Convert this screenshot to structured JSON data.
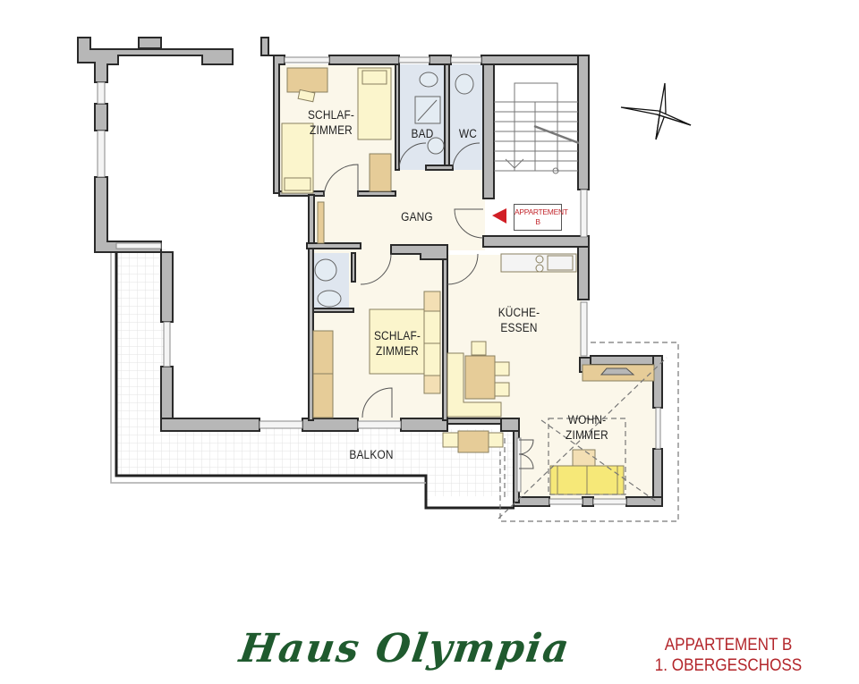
{
  "title": {
    "brand": "Haus Olympia",
    "apartment": "APPARTEMENT B",
    "floor": "1. OBERGESCHOSS"
  },
  "entrance_sign": {
    "line1": "APPARTEMENT",
    "line2": "B"
  },
  "rooms": [
    {
      "id": "schlafzimmer-1",
      "label": "SCHLAF-\nZIMMER"
    },
    {
      "id": "bad",
      "label": "BAD"
    },
    {
      "id": "wc",
      "label": "WC"
    },
    {
      "id": "gang",
      "label": "GANG"
    },
    {
      "id": "schlafzimmer-2",
      "label": "SCHLAF-\nZIMMER"
    },
    {
      "id": "kueche-essen",
      "label": "KÜCHE-\nESSEN"
    },
    {
      "id": "wohnzimmer",
      "label": "WOHN-\nZIMMER"
    },
    {
      "id": "balkon",
      "label": "BALKON"
    }
  ],
  "colors": {
    "wall_fill": "#b7b7b7",
    "wall_outline": "#2a2a2a",
    "floor_living": "#fbf7ea",
    "floor_wet": "#dfe6ef",
    "furniture_wood": "#e6cc98",
    "furniture_light": "#fbf5cc",
    "sofa": "#f6e878",
    "brand_green": "#1f5a2e",
    "title_red": "#b3262b",
    "entrance_arrow": "#d11f26"
  },
  "icons": {
    "compass": "compass-rose-icon",
    "entrance": "entrance-arrow-icon"
  }
}
